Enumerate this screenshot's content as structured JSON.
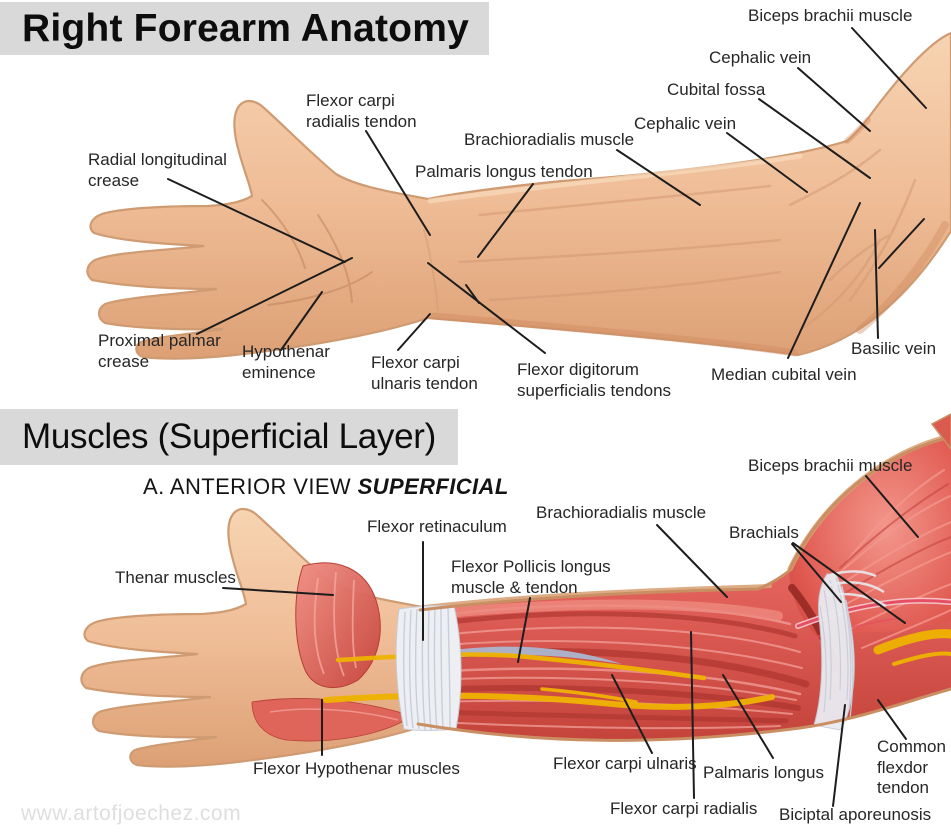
{
  "section_top": {
    "title": "Right Forearm Anatomy",
    "labels": [
      "Biceps brachii muscle",
      "Cephalic vein",
      "Cubital fossa",
      "Cephalic vein",
      "Brachioradialis muscle",
      "Flexor carpi\nradialis tendon",
      "Palmaris longus tendon",
      "Radial longitudinal\ncrease",
      "Proximal palmar\ncrease",
      "Hypothenar\neminence",
      "Flexor carpi\nulnaris tendon",
      "Flexor digitorum\nsuperficialis tendons",
      "Median cubital vein",
      "Basilic vein"
    ]
  },
  "section_bottom": {
    "title": "Muscles (Superficial Layer)",
    "subtitle_prefix": "A. ANTERIOR VIEW ",
    "subtitle_emphasis": "SUPERFICIAL",
    "labels": [
      "Biceps brachii muscle",
      "Brachioradialis muscle",
      "Brachials",
      "Flexor retinaculum",
      "Flexor Pollicis longus\nmuscle & tendon",
      "Thenar muscles",
      "Flexor Hypothenar muscles",
      "Flexor carpi ulnaris",
      "Palmaris longus",
      "Flexor carpi radialis",
      "Common\nflexdor\ntendon",
      "Biciptal aporeunosis"
    ]
  },
  "watermark": "www.artofjoechez.com",
  "palette": {
    "title_bar_bg": "#d9d9d9",
    "title_text": "#0d0d0d",
    "label_text": "#262626",
    "leader_line": "#1d1d1d",
    "skin_light": "#f7d4b2",
    "skin_mid": "#efbd97",
    "skin_shadow": "#dda075",
    "skin_outline": "#cf9b72",
    "muscle_light": "#f0857c",
    "muscle_mid": "#e2615a",
    "muscle_dark": "#b03730",
    "tendon_white": "#edeff3",
    "nerve_yellow": "#efb301",
    "artery_pink": "#e64f63",
    "tendon_blue": "#aab6cf",
    "watermark_text": "#dedede"
  }
}
